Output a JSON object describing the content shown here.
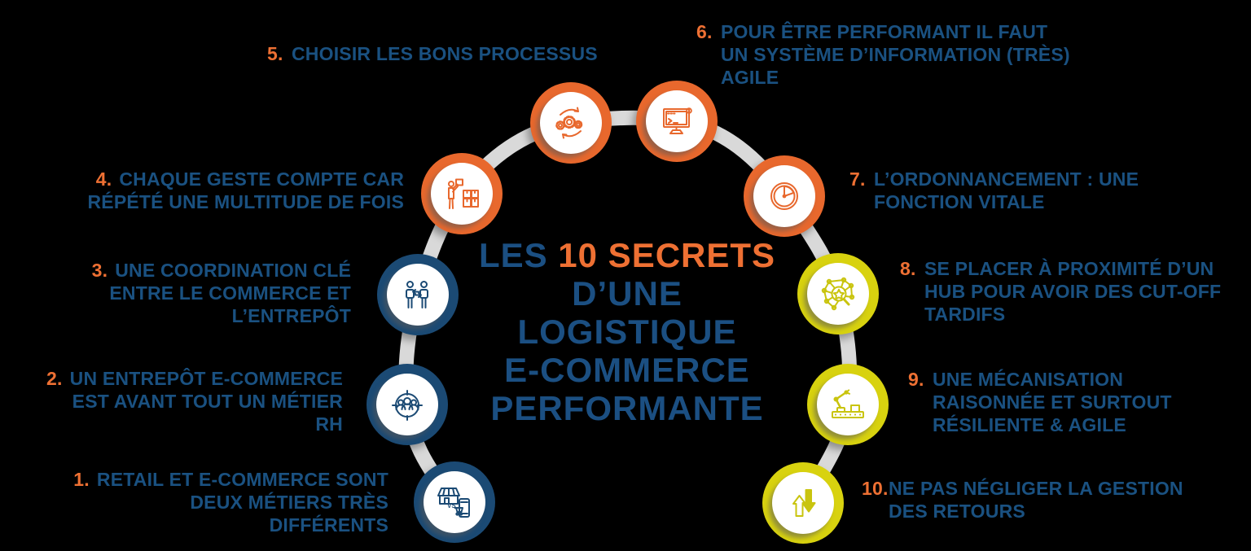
{
  "title": {
    "prefix": "LES ",
    "highlight": "10 SECRETS",
    "lines": [
      "D’UNE",
      "LOGISTIQUE",
      "E-COMMERCE",
      "PERFORMANTE"
    ]
  },
  "palette": {
    "text_blue": "#1A5181",
    "number_orange": "#EE7033",
    "circle_blue": "#1B4A74",
    "circle_orange": "#E8682D",
    "circle_yellow": "#D8D20F",
    "arch_gray": "#D9D9D9",
    "circle_inner": "#FFFFFF"
  },
  "items": [
    {
      "number": "1.",
      "lines": [
        "RETAIL ET E-COMMERCE SONT",
        "DEUX  MÉTIERS TRÈS",
        "DIFFÉRENTS"
      ],
      "icon": "store-vs-mobile-icon",
      "circle": "blue"
    },
    {
      "number": "2.",
      "lines": [
        "UN ENTREPÔT E-COMMERCE",
        "EST AVANT TOUT UN MÉTIER",
        "RH"
      ],
      "icon": "team-target-icon",
      "circle": "blue"
    },
    {
      "number": "3.",
      "lines": [
        "UNE COORDINATION CLÉ",
        "ENTRE LE COMMERCE ET",
        "L’ENTREPÔT"
      ],
      "icon": "people-exchange-icon",
      "circle": "blue"
    },
    {
      "number": "4.",
      "lines": [
        "CHAQUE GESTE COMPTE CAR",
        "RÉPÉTÉ UNE MULTITUDE DE FOIS"
      ],
      "icon": "worker-boxes-icon",
      "circle": "orange"
    },
    {
      "number": "5.",
      "lines": [
        "CHOISIR LES BONS PROCESSUS"
      ],
      "icon": "gears-cycle-icon",
      "circle": "orange"
    },
    {
      "number": "6.",
      "lines": [
        "POUR ÊTRE PERFORMANT IL FAUT",
        "UN SYSTÈME D’INFORMATION (TRÈS)",
        "AGILE"
      ],
      "icon": "monitor-terminal-icon",
      "circle": "orange"
    },
    {
      "number": "7.",
      "lines": [
        "L’ORDONNANCEMENT : UNE",
        "FONCTION VITALE"
      ],
      "icon": "clock-icon",
      "circle": "orange"
    },
    {
      "number": "8.",
      "lines": [
        "SE PLACER À PROXIMITÉ D’UN",
        "HUB POUR AVOIR DES CUT-OFF",
        "TARDIFS"
      ],
      "icon": "hub-network-icon",
      "circle": "yellow"
    },
    {
      "number": "9.",
      "lines": [
        "UNE MÉCANISATION",
        "RAISONNÉE ET SURTOUT",
        "RÉSILIENTE & AGILE"
      ],
      "icon": "robot-arm-icon",
      "circle": "yellow"
    },
    {
      "number": "10.",
      "lines": [
        "NE PAS NÉGLIGER LA GESTION",
        "DES RETOURS"
      ],
      "icon": "return-arrows-icon",
      "circle": "yellow"
    }
  ]
}
